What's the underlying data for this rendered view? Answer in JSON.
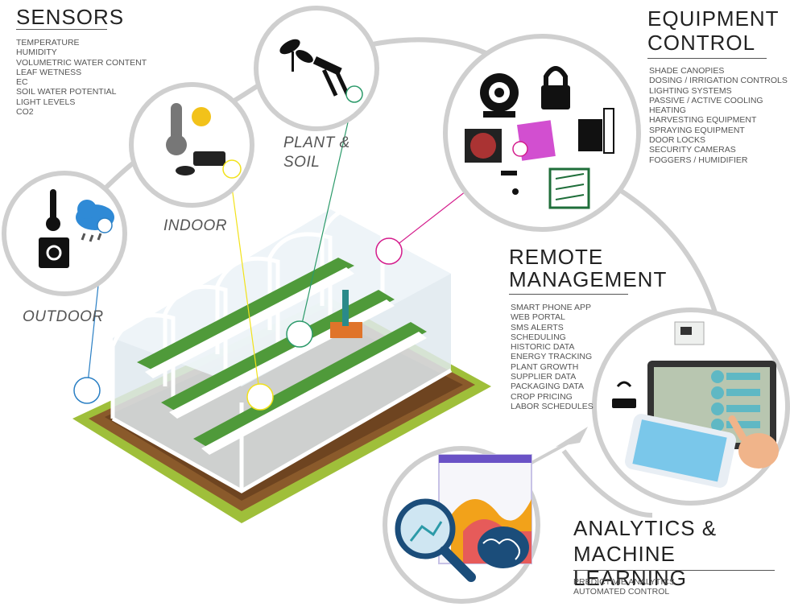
{
  "sensors": {
    "title": "SENSORS",
    "items": [
      "TEMPERATURE",
      "HUMIDITY",
      "VOLUMETRIC WATER CONTENT",
      "LEAF WETNESS",
      "EC",
      "SOIL WATER POTENTIAL",
      "LIGHT LEVELS",
      "CO2"
    ]
  },
  "equipment": {
    "title_line1": "EQUIPMENT",
    "title_line2": "CONTROL",
    "items": [
      "SHADE CANOPIES",
      "DOSING / IRRIGATION CONTROLS",
      "LIGHTING SYSTEMS",
      "PASSIVE / ACTIVE COOLING",
      "HEATING",
      "HARVESTING EQUIPMENT",
      "SPRAYING EQUIPMENT",
      "DOOR LOCKS",
      "SECURITY CAMERAS",
      "FOGGERS / HUMIDIFIER"
    ]
  },
  "remote": {
    "title_line1": "REMOTE",
    "title_line2": "MANAGEMENT",
    "items": [
      "SMART PHONE APP",
      "WEB PORTAL",
      "SMS ALERTS",
      "SCHEDULING",
      "HISTORIC DATA",
      "ENERGY TRACKING",
      "PLANT GROWTH",
      "SUPPLIER DATA",
      "PACKAGING DATA",
      "CROP PRICING",
      "LABOR SCHEDULES"
    ]
  },
  "analytics": {
    "title_line1": "ANALYTICS &",
    "title_line2": "MACHINE LEARNING",
    "items": [
      "PREDICTIVIE ANALYTICS",
      "AUTOMATED CONTROL"
    ]
  },
  "circle_labels": {
    "outdoor": "OUTDOOR",
    "indoor": "INDOOR",
    "plant_line1": "PLANT &",
    "plant_line2": "SOIL"
  },
  "colors": {
    "ring": "#cfcfcf",
    "outdoor_line": "#2a7fc4",
    "indoor_line": "#f2e21a",
    "plant_line": "#2c9a6a",
    "equipment_line": "#d41c8c",
    "grass": "#9fbf3a",
    "soil": "#8a5a2b"
  },
  "icons": [
    "thermometer-icon",
    "cloud-rain-icon",
    "sun-box-icon",
    "indoor-thermometer-icon",
    "sensor-device-icon",
    "plant-sprout-icon",
    "soil-probe-icon",
    "fan-icon",
    "padlock-icon",
    "grow-light-icon",
    "heater-icon",
    "sprayer-icon",
    "vent-icon",
    "router-icon",
    "tablet-icon",
    "phone-icon",
    "magnifier-icon",
    "brain-icon",
    "arrow-icon"
  ]
}
